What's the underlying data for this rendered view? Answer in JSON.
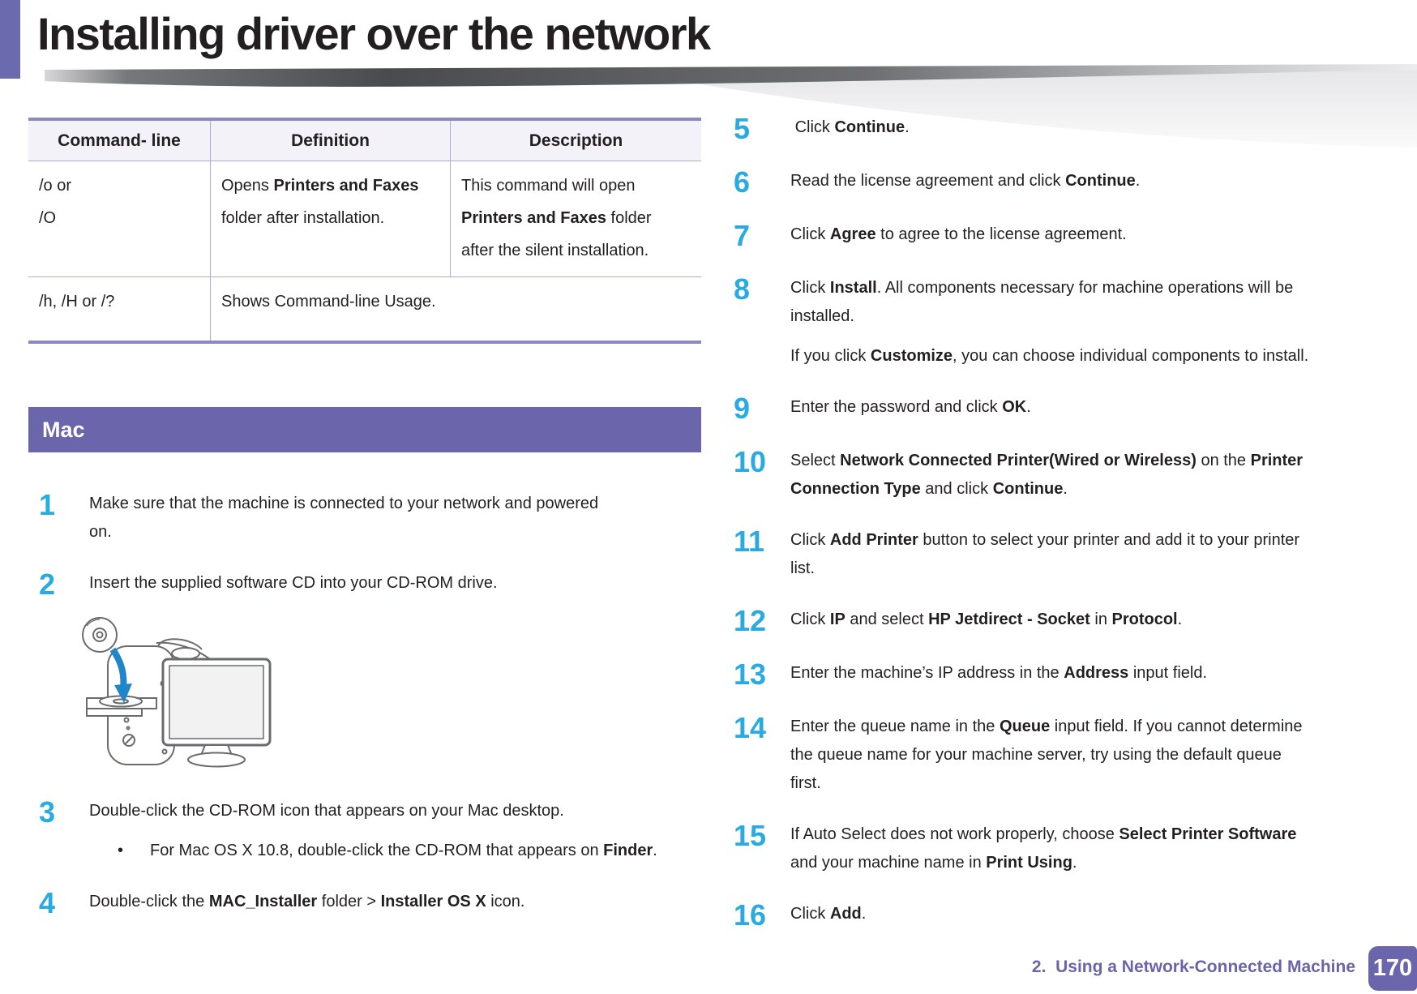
{
  "page": {
    "title": "Installing driver over the network"
  },
  "colors": {
    "accent_purple": "#6B66AB",
    "accent_strip": "#6B6AAE",
    "table_border": "#8C88C1",
    "table_inner_border": "#ACA9D2",
    "table_header_bg": "#F3F2F9",
    "step_number_cyan": "#29ABE2",
    "body_text": "#231F20",
    "footer_purple": "#6A65A8",
    "arrow_blue": "#1F86C9"
  },
  "table": {
    "headers": [
      "Command- line",
      "Definition",
      "Description"
    ],
    "rows": [
      {
        "span": false,
        "cells": [
          {
            "lines": [
              [
                {
                  "t": "/o or",
                  "b": 0
                }
              ],
              [
                {
                  "t": "/O",
                  "b": 0
                }
              ]
            ]
          },
          {
            "lines": [
              [
                {
                  "t": "Opens ",
                  "b": 0
                },
                {
                  "t": "Printers and Faxes",
                  "b": 1
                }
              ],
              [
                {
                  "t": "folder after installation.",
                  "b": 0
                }
              ]
            ]
          },
          {
            "lines": [
              [
                {
                  "t": "This command will open",
                  "b": 0
                }
              ],
              [
                {
                  "t": "Printers and Faxes",
                  "b": 1
                },
                {
                  "t": " folder",
                  "b": 0
                }
              ],
              [
                {
                  "t": "after the silent installation.",
                  "b": 0
                }
              ]
            ]
          }
        ]
      },
      {
        "span": true,
        "cells": [
          {
            "lines": [
              [
                {
                  "t": "/h, /H or /?",
                  "b": 0
                }
              ]
            ]
          },
          {
            "lines": [
              [
                {
                  "t": "Shows Command-line Usage.",
                  "b": 0
                }
              ]
            ]
          }
        ]
      }
    ]
  },
  "section": {
    "title": "Mac"
  },
  "steps_left": [
    {
      "num": "1",
      "paras": [
        {
          "lines": [
            [
              {
                "t": "Make sure that the machine is connected to your network and powered",
                "b": 0
              }
            ],
            [
              {
                "t": "on.",
                "b": 0
              }
            ]
          ]
        }
      ]
    },
    {
      "num": "2",
      "illustration": "mac-cd-insert",
      "paras": [
        {
          "lines": [
            [
              {
                "t": "Insert the supplied software CD into your CD-ROM drive.",
                "b": 0
              }
            ]
          ]
        }
      ]
    },
    {
      "num": "3",
      "paras": [
        {
          "lines": [
            [
              {
                "t": "Double-click the CD-ROM icon that appears on your Mac desktop.",
                "b": 0
              }
            ]
          ]
        }
      ],
      "bullets": [
        {
          "lines": [
            [
              {
                "t": "For Mac OS X 10.8, double-click the CD-ROM that appears on ",
                "b": 0
              },
              {
                "t": "Finder",
                "b": 1
              },
              {
                "t": ".",
                "b": 0
              }
            ]
          ]
        }
      ]
    },
    {
      "num": "4",
      "paras": [
        {
          "lines": [
            [
              {
                "t": "Double-click the ",
                "b": 0
              },
              {
                "t": "MAC_Installer",
                "b": 1
              },
              {
                "t": " folder > ",
                "b": 0
              },
              {
                "t": "Installer OS X",
                "b": 1
              },
              {
                "t": " icon.",
                "b": 0
              }
            ]
          ]
        }
      ]
    }
  ],
  "steps_right": [
    {
      "num": "5",
      "paras": [
        {
          "lines": [
            [
              {
                "t": " Click ",
                "b": 0
              },
              {
                "t": "Continue",
                "b": 1
              },
              {
                "t": ".",
                "b": 0
              }
            ]
          ]
        }
      ]
    },
    {
      "num": "6",
      "paras": [
        {
          "lines": [
            [
              {
                "t": "Read the license agreement and click ",
                "b": 0
              },
              {
                "t": "Continue",
                "b": 1
              },
              {
                "t": ".",
                "b": 0
              }
            ]
          ]
        }
      ]
    },
    {
      "num": "7",
      "paras": [
        {
          "lines": [
            [
              {
                "t": "Click ",
                "b": 0
              },
              {
                "t": "Agree",
                "b": 1
              },
              {
                "t": " to agree to the license agreement.",
                "b": 0
              }
            ]
          ]
        }
      ]
    },
    {
      "num": "8",
      "paras": [
        {
          "lines": [
            [
              {
                "t": "Click ",
                "b": 0
              },
              {
                "t": "Install",
                "b": 1
              },
              {
                "t": ". All components necessary for machine operations will be",
                "b": 0
              }
            ],
            [
              {
                "t": "installed.",
                "b": 0
              }
            ]
          ]
        },
        {
          "lines": [
            [
              {
                "t": "If you click ",
                "b": 0
              },
              {
                "t": "Customize",
                "b": 1
              },
              {
                "t": ", you can choose individual components to install.",
                "b": 0
              }
            ]
          ]
        }
      ]
    },
    {
      "num": "9",
      "paras": [
        {
          "lines": [
            [
              {
                "t": "Enter the password and click ",
                "b": 0
              },
              {
                "t": "OK",
                "b": 1
              },
              {
                "t": ".",
                "b": 0
              }
            ]
          ]
        }
      ]
    },
    {
      "num": "10",
      "paras": [
        {
          "lines": [
            [
              {
                "t": "Select ",
                "b": 0
              },
              {
                "t": "Network Connected Printer(Wired or Wireless)",
                "b": 1
              },
              {
                "t": " on the ",
                "b": 0
              },
              {
                "t": "Printer",
                "b": 1
              }
            ],
            [
              {
                "t": "Connection Type",
                "b": 1
              },
              {
                "t": " and click ",
                "b": 0
              },
              {
                "t": "Continue",
                "b": 1
              },
              {
                "t": ".",
                "b": 0
              }
            ]
          ]
        }
      ]
    },
    {
      "num": "11",
      "paras": [
        {
          "lines": [
            [
              {
                "t": "Click ",
                "b": 0
              },
              {
                "t": "Add Printer",
                "b": 1
              },
              {
                "t": " button to select your printer and add it to your printer",
                "b": 0
              }
            ],
            [
              {
                "t": "list.",
                "b": 0
              }
            ]
          ]
        }
      ]
    },
    {
      "num": "12",
      "paras": [
        {
          "lines": [
            [
              {
                "t": "Click ",
                "b": 0
              },
              {
                "t": "IP",
                "b": 1
              },
              {
                "t": " and select ",
                "b": 0
              },
              {
                "t": "HP Jetdirect - Socket",
                "b": 1
              },
              {
                "t": " in ",
                "b": 0
              },
              {
                "t": "Protocol",
                "b": 1
              },
              {
                "t": ".",
                "b": 0
              }
            ]
          ]
        }
      ]
    },
    {
      "num": "13",
      "paras": [
        {
          "lines": [
            [
              {
                "t": "Enter the machine’s IP address in the ",
                "b": 0
              },
              {
                "t": "Address",
                "b": 1
              },
              {
                "t": " input field.",
                "b": 0
              }
            ]
          ]
        }
      ]
    },
    {
      "num": "14",
      "paras": [
        {
          "lines": [
            [
              {
                "t": "Enter the queue name in the ",
                "b": 0
              },
              {
                "t": "Queue",
                "b": 1
              },
              {
                "t": " input field. If you cannot determine",
                "b": 0
              }
            ],
            [
              {
                "t": "the queue name for your machine server, try using the default queue",
                "b": 0
              }
            ],
            [
              {
                "t": "first.",
                "b": 0
              }
            ]
          ]
        }
      ]
    },
    {
      "num": "15",
      "paras": [
        {
          "lines": [
            [
              {
                "t": "If Auto Select does not work properly, choose ",
                "b": 0
              },
              {
                "t": "Select Printer Software",
                "b": 1
              }
            ],
            [
              {
                "t": "and your machine name in ",
                "b": 0
              },
              {
                "t": "Print Using",
                "b": 1
              },
              {
                "t": ".",
                "b": 0
              }
            ]
          ]
        }
      ]
    },
    {
      "num": "16",
      "paras": [
        {
          "lines": [
            [
              {
                "t": "Click ",
                "b": 0
              },
              {
                "t": "Add",
                "b": 1
              },
              {
                "t": ".",
                "b": 0
              }
            ]
          ]
        }
      ]
    }
  ],
  "footer": {
    "chapter": "2.  Using a Network-Connected Machine",
    "page_number": "170"
  }
}
